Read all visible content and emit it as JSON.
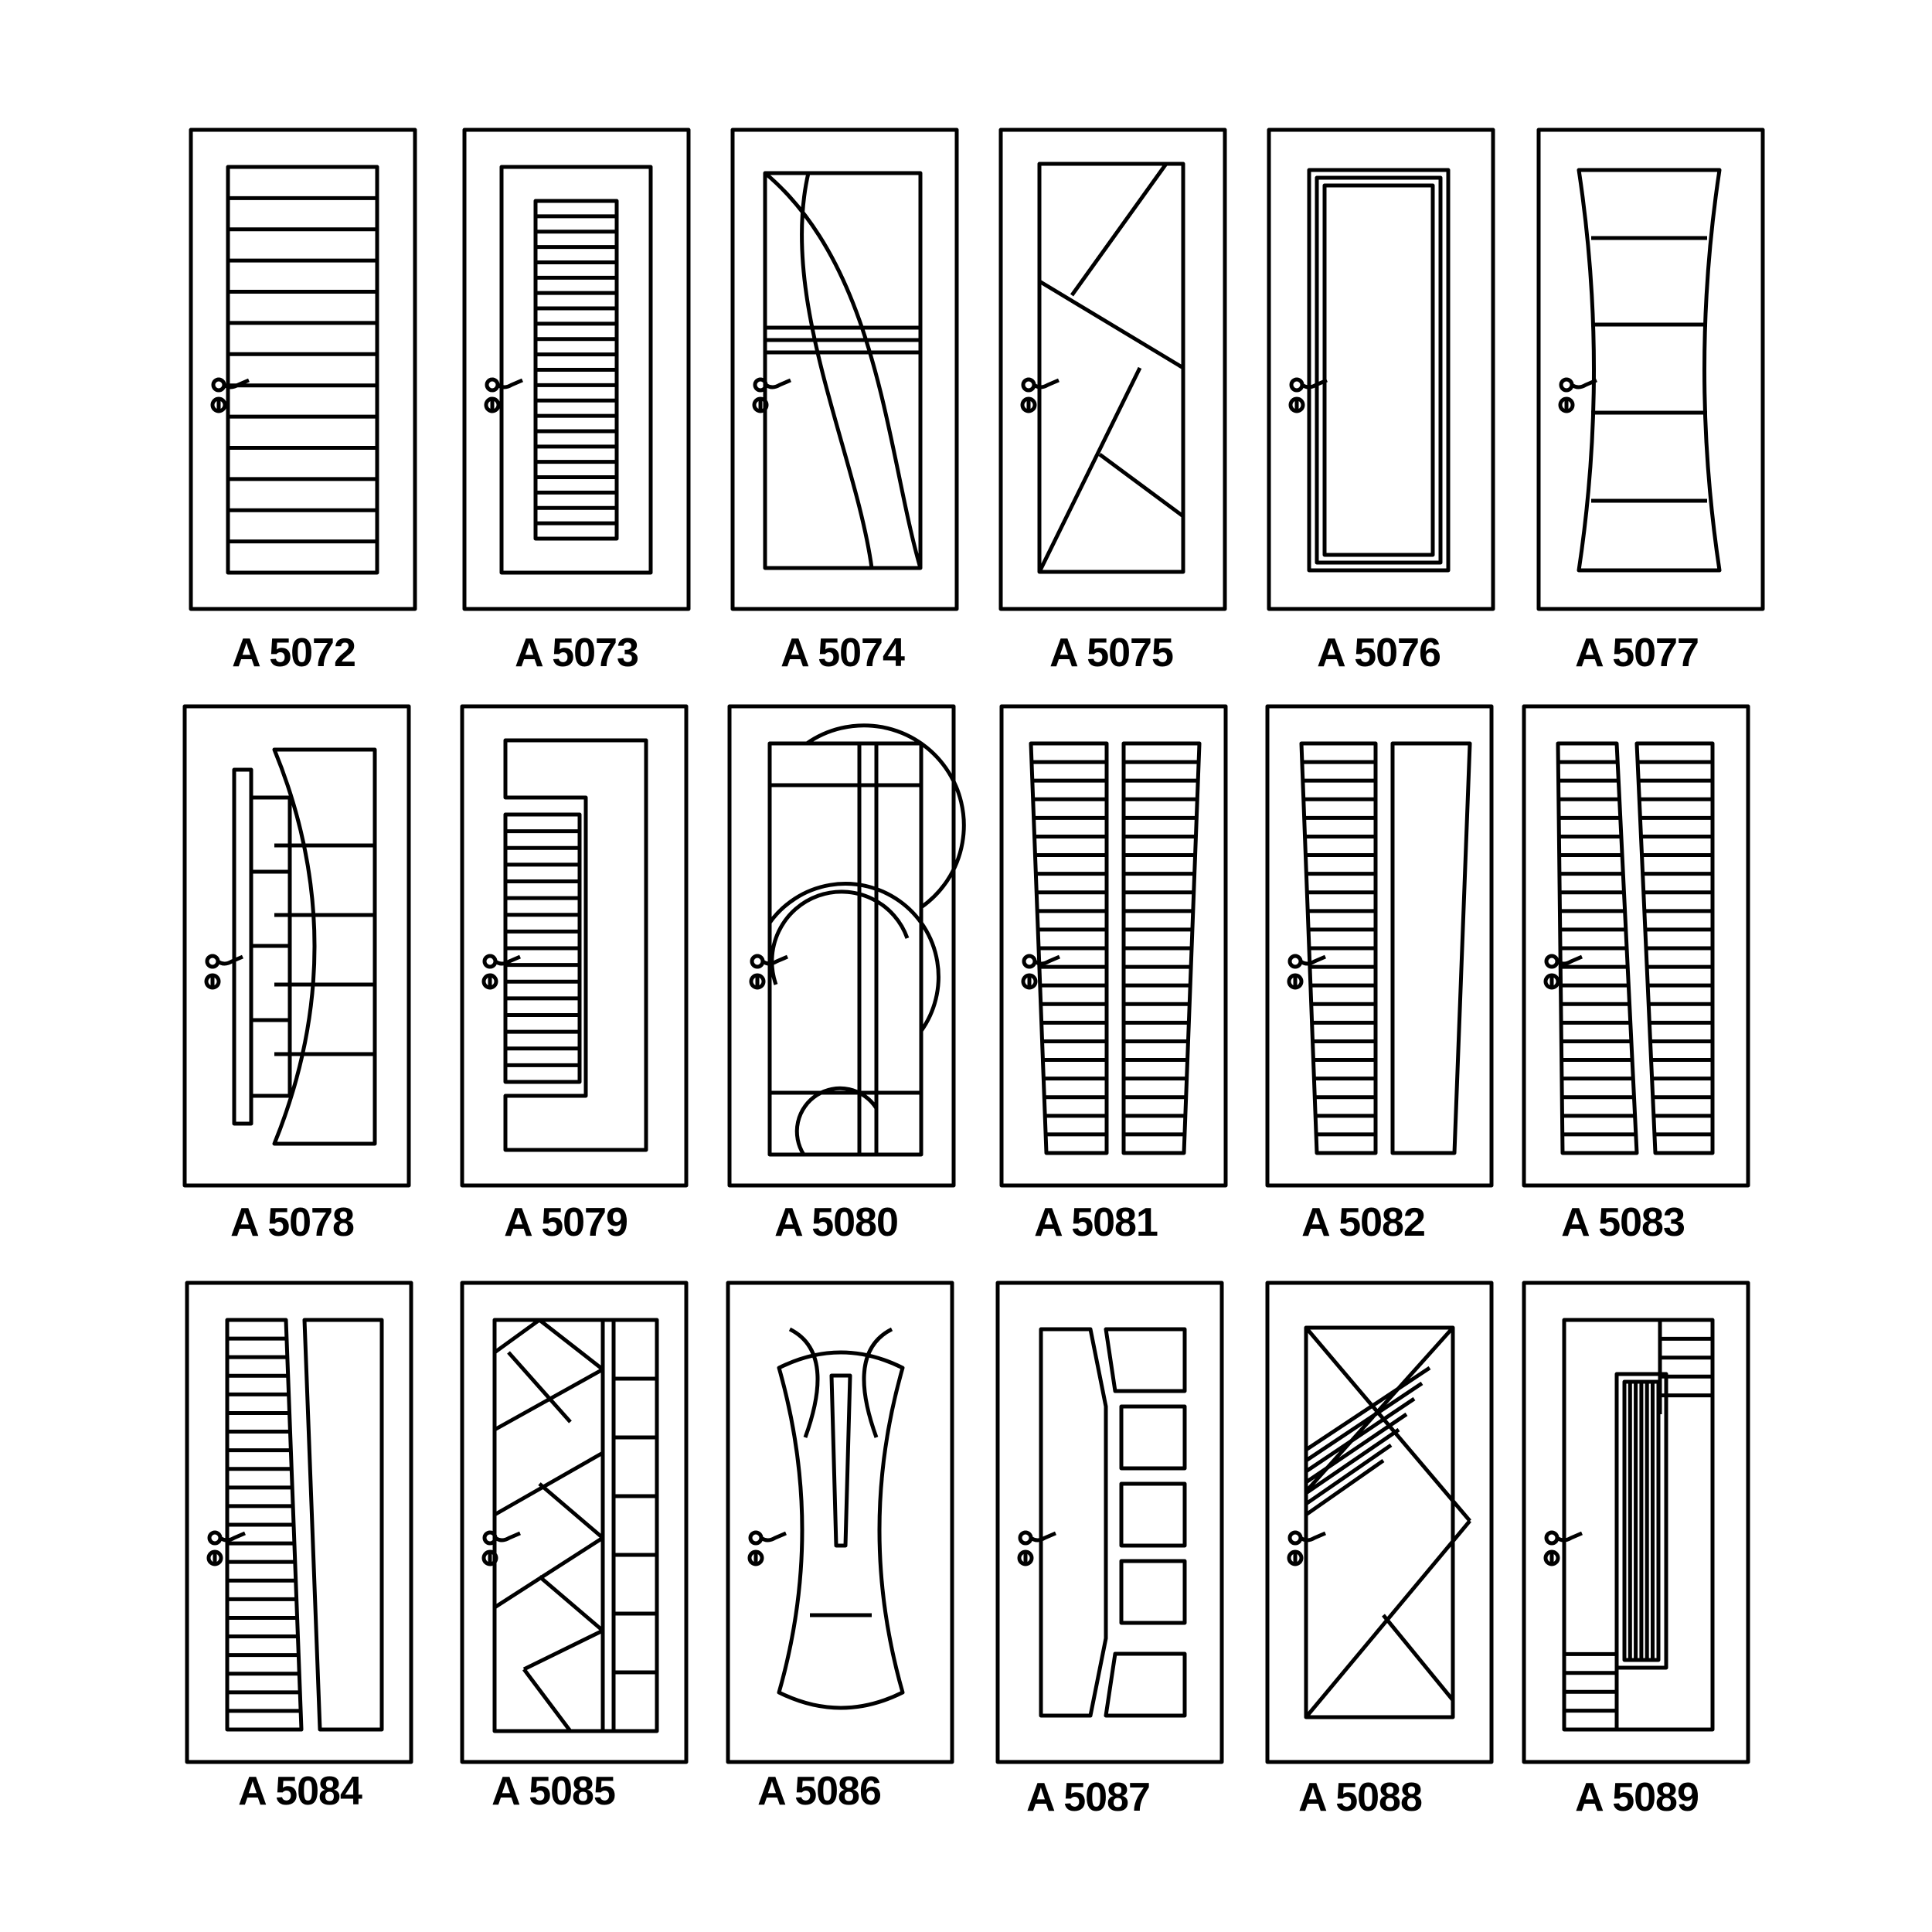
{
  "catalog": {
    "ink": "#000000",
    "background": "#ffffff",
    "doors": [
      {
        "code": "A 5072",
        "design": "horizontal-slats"
      },
      {
        "code": "A 5073",
        "design": "narrow-louver-panel"
      },
      {
        "code": "A 5074",
        "design": "crossing-curves"
      },
      {
        "code": "A 5075",
        "design": "diagonal-shards"
      },
      {
        "code": "A 5076",
        "design": "stepped-frame"
      },
      {
        "code": "A 5077",
        "design": "hourglass-panel"
      },
      {
        "code": "A 5078",
        "design": "curved-side-panel"
      },
      {
        "code": "A 5079",
        "design": "c-frame-louvers"
      },
      {
        "code": "A 5080",
        "design": "arcs-grid"
      },
      {
        "code": "A 5081",
        "design": "twin-tapered-louvers"
      },
      {
        "code": "A 5082",
        "design": "louver-and-blank-taper"
      },
      {
        "code": "A 5083",
        "design": "twin-slanted-louvers"
      },
      {
        "code": "A 5084",
        "design": "louver-strip-and-taper"
      },
      {
        "code": "A 5085",
        "design": "geometric-chevrons"
      },
      {
        "code": "A 5086",
        "design": "flared-torch"
      },
      {
        "code": "A 5087",
        "design": "stacked-squares"
      },
      {
        "code": "A 5088",
        "design": "diagonal-x-stripes"
      },
      {
        "code": "A 5089",
        "design": "offset-fluted"
      }
    ]
  }
}
